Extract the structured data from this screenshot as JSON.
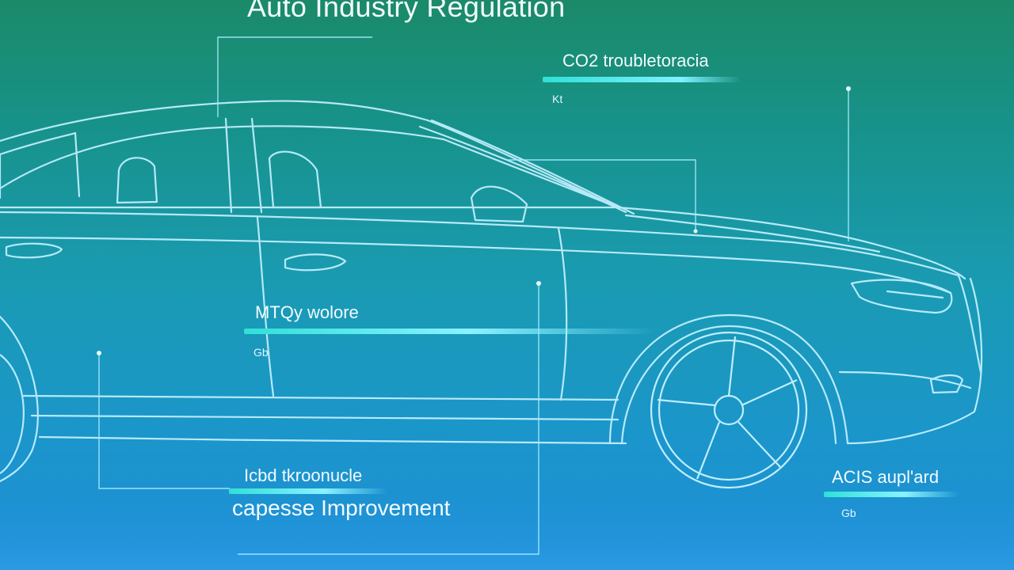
{
  "title": "Auto Industry Regulation",
  "callouts": [
    {
      "label": "CO2 troubletoracia",
      "sub": "Kt"
    },
    {
      "label": "MTQy wolore",
      "sub": "Gb"
    },
    {
      "label": "Icbd tkroonucle",
      "sub": ""
    },
    {
      "label": "capesse Improvement",
      "sub": ""
    },
    {
      "label": "ACIS aupl'ard",
      "sub": "Gb"
    }
  ],
  "colors": {
    "line": "#bff0ff",
    "accent_bar": "#2fe0d6",
    "bg_top": "#1b8a68",
    "bg_bottom": "#1e8fd6"
  }
}
